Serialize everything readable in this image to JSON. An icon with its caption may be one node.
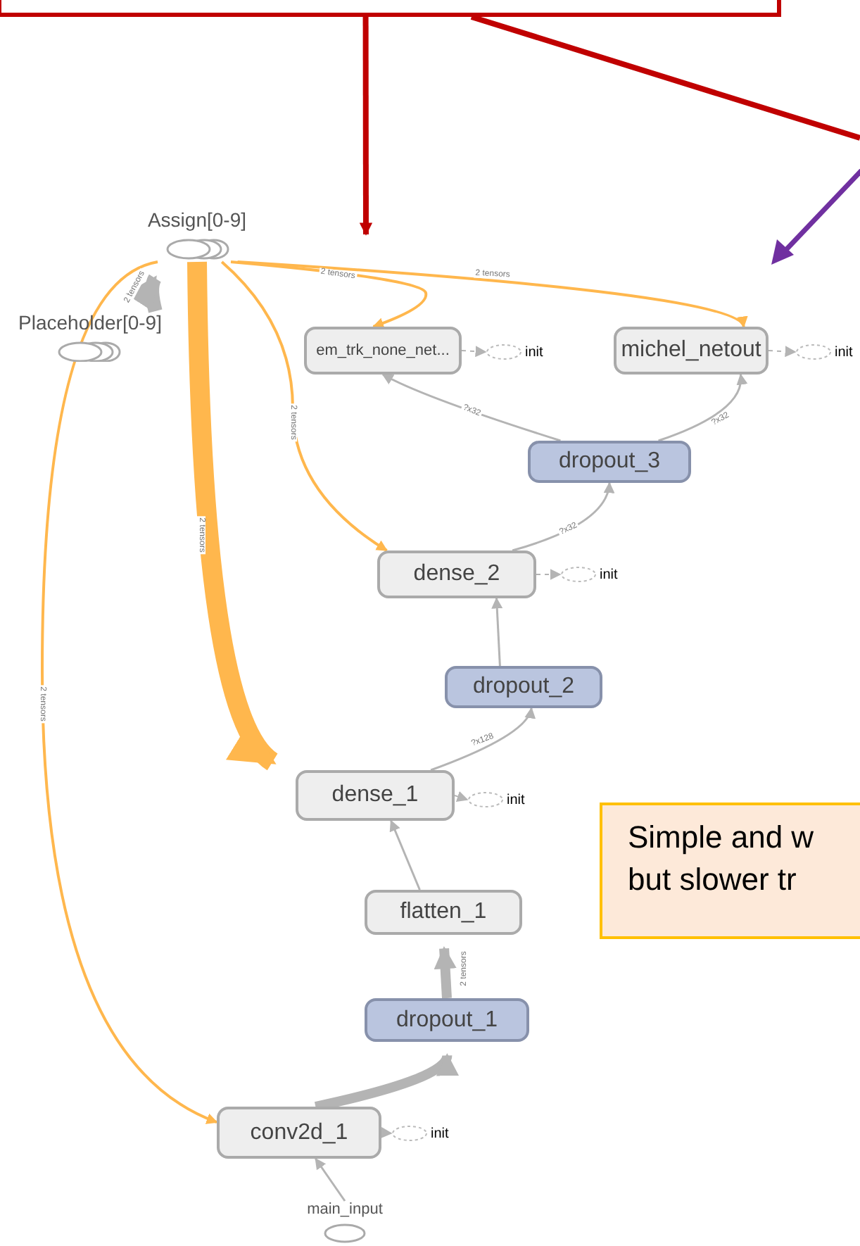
{
  "diagram": {
    "nodes": [
      {
        "text": [],
        "shape": "box"
      },
      {
        "text": [
          "Assign[0-9]"
        ]
      },
      {
        "text": [
          "Placeholder[0-9]"
        ]
      },
      {
        "text": [
          "em_trk_none_net..."
        ]
      },
      {
        "text": [
          "michel_netout"
        ]
      },
      {
        "text": [
          "init"
        ]
      },
      {
        "text": [
          "init"
        ]
      },
      {
        "text": [
          "dropout_3"
        ]
      },
      {
        "text": [
          "dense_2"
        ]
      },
      {
        "text": [
          "init"
        ]
      },
      {
        "text": [
          "dropout_2"
        ]
      },
      {
        "text": [
          "dense_1"
        ]
      },
      {
        "text": [
          "init"
        ]
      },
      {
        "text": [
          "flatten_1"
        ]
      },
      {
        "text": [
          "dropout_1"
        ]
      },
      {
        "text": [
          "conv2d_1"
        ]
      },
      {
        "text": [
          "init"
        ]
      },
      {
        "text": [
          "main_input"
        ]
      },
      {
        "text": [
          "Simple and w but slower tr"
        ]
      }
    ],
    "edges": [
      {
        "from": 0,
        "to": null,
        "arrow": "to",
        "style": "thick",
        "color": "#c00000"
      },
      {
        "from": 0,
        "to": null,
        "arrow": "none",
        "style": "thick",
        "color": "#c00000"
      },
      {
        "from": 2,
        "to": 1,
        "arrow": "to",
        "style": "thick",
        "label": "2 tensors"
      },
      {
        "from": 1,
        "to": 3,
        "arrow": "to",
        "color": "#ffb74d",
        "label": "2 tensors"
      },
      {
        "from": 1,
        "to": 4,
        "arrow": "to",
        "color": "#ffb74d",
        "label": "2 tensors"
      },
      {
        "from": 1,
        "to": 8,
        "arrow": "to",
        "color": "#ffb74d",
        "label": "2 tensors"
      },
      {
        "from": 1,
        "to": 11,
        "arrow": "to",
        "style": "thick",
        "color": "#ffb74d",
        "label": "2 tensors"
      },
      {
        "from": 1,
        "to": 15,
        "arrow": "to",
        "color": "#ffb74d",
        "label": "2 tensors"
      },
      {
        "from": 3,
        "to": 5,
        "arrow": "to",
        "style": "dashed"
      },
      {
        "from": 4,
        "to": 6,
        "arrow": "to",
        "style": "dashed"
      },
      {
        "from": 7,
        "to": 3,
        "arrow": "to",
        "label": "?x32"
      },
      {
        "from": 7,
        "to": 4,
        "arrow": "to",
        "label": "?x32"
      },
      {
        "from": 8,
        "to": 7,
        "arrow": "to",
        "label": "?x32"
      },
      {
        "from": 8,
        "to": 9,
        "arrow": "to",
        "style": "dashed"
      },
      {
        "from": 10,
        "to": 8,
        "arrow": "to"
      },
      {
        "from": 11,
        "to": 10,
        "arrow": "to",
        "label": "?x128"
      },
      {
        "from": 11,
        "to": 12,
        "arrow": "to",
        "style": "dashed"
      },
      {
        "from": 13,
        "to": 11,
        "arrow": "to"
      },
      {
        "from": 14,
        "to": 13,
        "arrow": "to",
        "style": "thick",
        "label": "2 tensors"
      },
      {
        "from": 15,
        "to": 14,
        "arrow": "to",
        "style": "thick"
      },
      {
        "from": 15,
        "to": 16,
        "arrow": "to",
        "style": "dashed"
      },
      {
        "from": 17,
        "to": 15,
        "arrow": "to"
      }
    ]
  }
}
